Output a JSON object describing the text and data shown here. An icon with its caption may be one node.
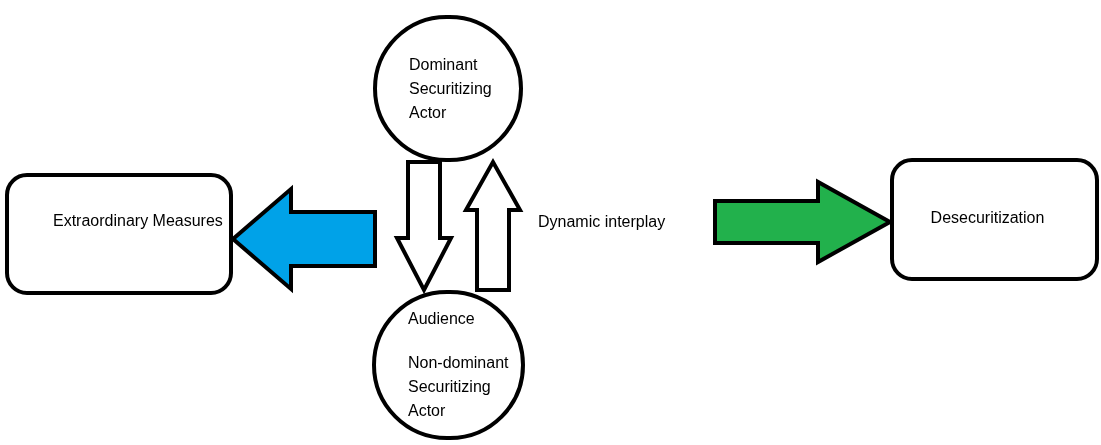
{
  "diagram": {
    "nodes": [
      {
        "text": [
          "Dominant Securitizing Actor"
        ]
      },
      {
        "text": [
          "Extraordinary Measures"
        ]
      },
      {
        "text": [
          "Audience",
          "Non-dominant Securitizing Actor"
        ]
      },
      {
        "text": [
          "Desecuritization"
        ]
      },
      {
        "text": [
          "Dynamic interplay"
        ]
      }
    ],
    "edges": [
      {
        "from": 0,
        "to": 2,
        "arrow": "to",
        "style": "thick",
        "color": "#ffffff"
      },
      {
        "from": 2,
        "to": 0,
        "arrow": "to",
        "style": "thick",
        "color": "#ffffff"
      },
      {
        "from": null,
        "to": 1,
        "arrow": "to",
        "style": "thick",
        "color": "#00a2e8"
      },
      {
        "from": 4,
        "to": 3,
        "arrow": "to",
        "style": "thick",
        "color": "#22b14c"
      }
    ]
  }
}
